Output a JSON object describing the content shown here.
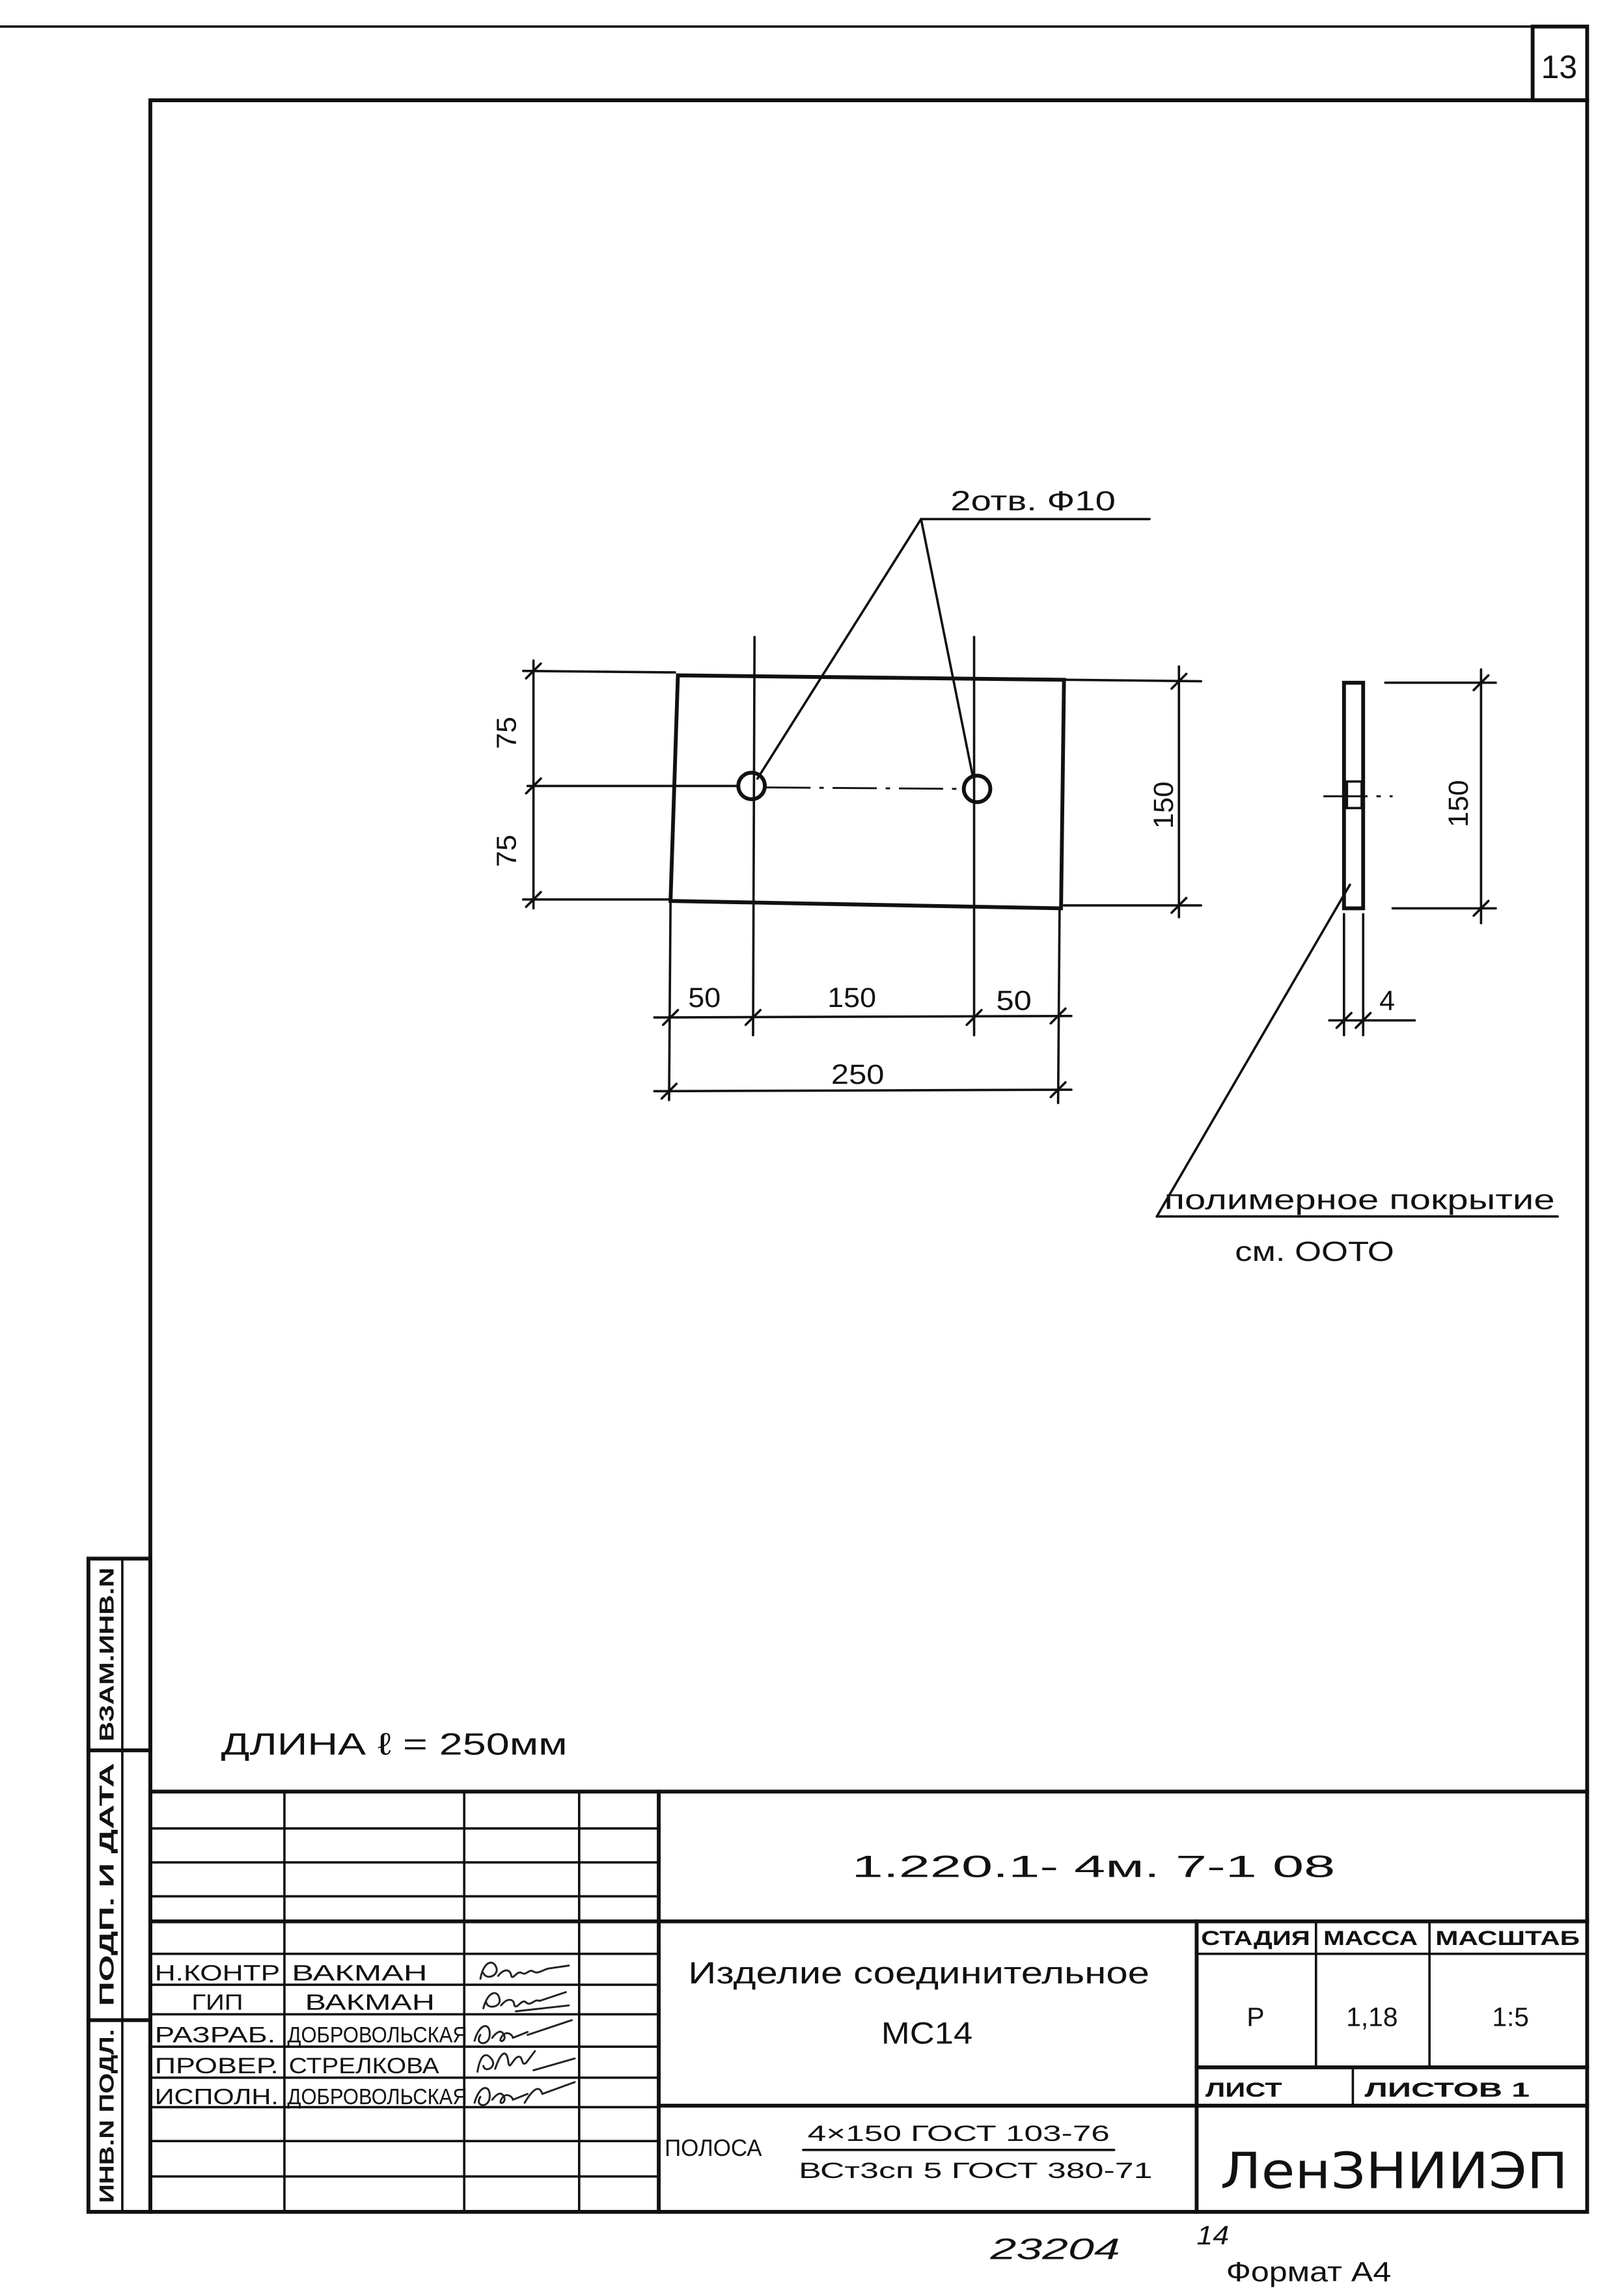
{
  "sheet": {
    "number": "13"
  },
  "side_stamp": {
    "replaced_inv": "ВЗАМ.ИНВ.N",
    "sign_date": "ПОДП. И ДАТА",
    "orig_inv": "ИНВ.N ПОДЛ."
  },
  "drawing": {
    "holes_note": "2отв. Ф10",
    "dim_top_75": "75",
    "dim_bottom_75": "75",
    "dim_height_150": "150",
    "dim_left_50": "50",
    "dim_between_holes_150": "150",
    "dim_right_50": "50",
    "dim_length_250": "250",
    "side_height_150": "150",
    "side_thickness_4": "4",
    "coating_note": "полимерное покрытие",
    "coating_ref": "см. ООТО",
    "length_note": "ДЛИНА ℓ = 250мм"
  },
  "title_block": {
    "designation": "1.220.1- 4м. 7-1 08",
    "signatories": [
      {
        "role": "Н.КОНТР",
        "name": "ВАКМАН"
      },
      {
        "role": "ГИП",
        "name": "ВАКМАН"
      },
      {
        "role": "РАЗРАБ.",
        "name": "ДОБРОВОЛЬСКАЯ"
      },
      {
        "role": "ПРОВЕР.",
        "name": "СТРЕЛКОВА"
      },
      {
        "role": "ИСПОЛН.",
        "name": "ДОБРОВОЛЬСКАЯ"
      }
    ],
    "product_name": "Изделие соединительное",
    "product_code": "МС14",
    "stage_label": "СТАДИЯ",
    "mass_label": "МАССА",
    "scale_label": "МАСШТАБ",
    "stage": "Р",
    "mass": "1,18",
    "scale": "1:5",
    "sheet_label": "ЛИСТ",
    "sheets_label": "ЛИСТОВ 1",
    "material_type": "ПОЛОСА",
    "material_profile": "4×150 ГОСТ 103-76",
    "material_grade": "ВСт3сп 5 ГОСТ 380-71",
    "organization": "ЛенЗНИИЭП"
  },
  "footer": {
    "inventory_number": "23204",
    "copy_page": "14",
    "format": "Формат А4"
  }
}
